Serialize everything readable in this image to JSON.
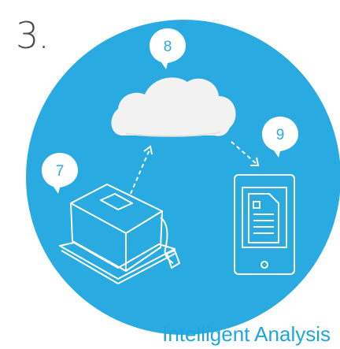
{
  "step": {
    "number": "3."
  },
  "caption": {
    "text": "Intelligent Analysis"
  },
  "badges": [
    {
      "id": "cloud",
      "label": "8"
    },
    {
      "id": "tablet",
      "label": "9"
    },
    {
      "id": "device",
      "label": "7"
    }
  ],
  "colors": {
    "circle": "#29abe2",
    "caption": "#1ea7dc",
    "step": "#4a4a4a",
    "line": "#ffffff"
  },
  "icons": [
    "cloud-icon",
    "tablet-icon",
    "document-icon",
    "sensor-box-icon",
    "arrow-icon"
  ]
}
